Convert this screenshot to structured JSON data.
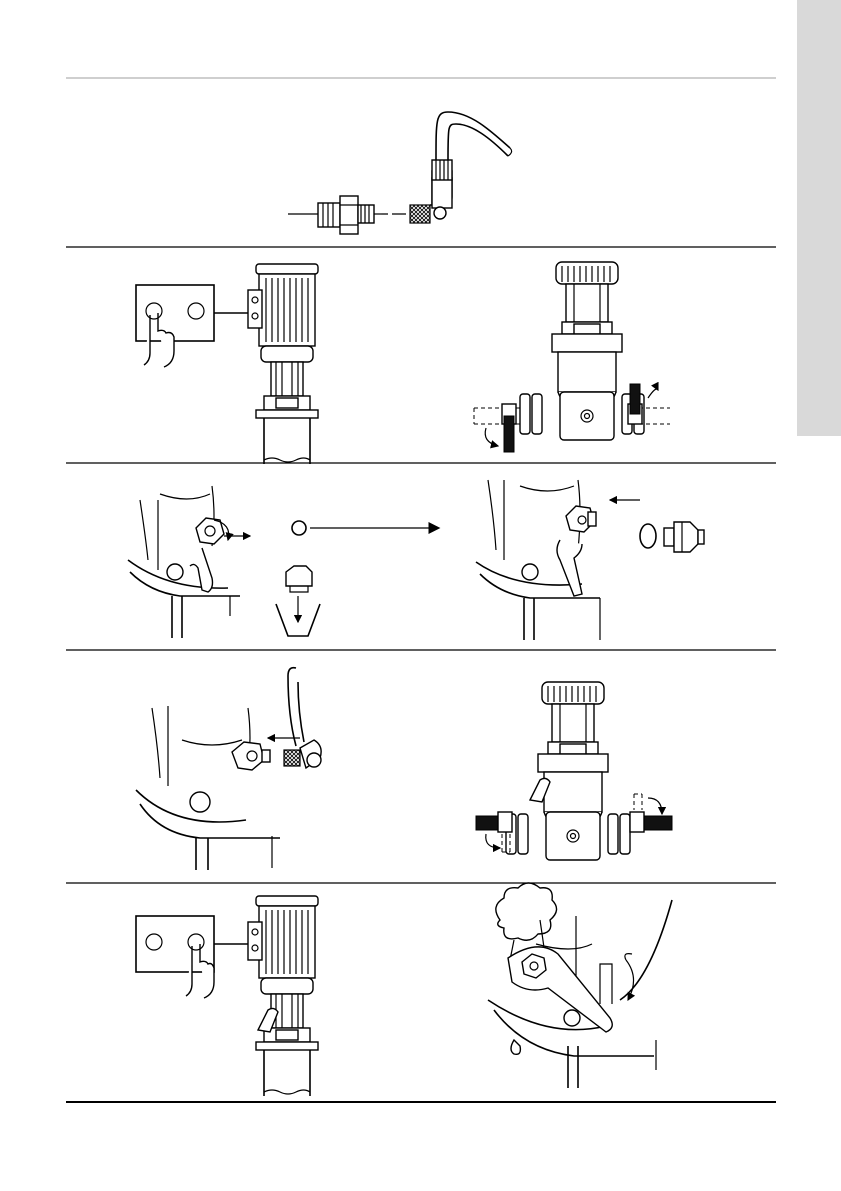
{
  "page": {
    "thumb_tab": {
      "color": "#d9d9d9"
    },
    "rule_color": "#000000",
    "top_rule_color": "#cfcfcf"
  },
  "steps": [
    {
      "panels": [
        "pressure-sensor-fitting-and-cable"
      ]
    },
    {
      "panels": [
        "control-panel-stop-and-motor",
        "close-isolating-valves"
      ]
    },
    {
      "panels": [
        "remove-drain-plug",
        "fit-sensor-fitting-with-o-ring"
      ]
    },
    {
      "panels": [
        "connect-sensor-cable",
        "open-isolating-valves"
      ]
    },
    {
      "panels": [
        "control-panel-start-and-motor",
        "vent-pump"
      ]
    }
  ]
}
